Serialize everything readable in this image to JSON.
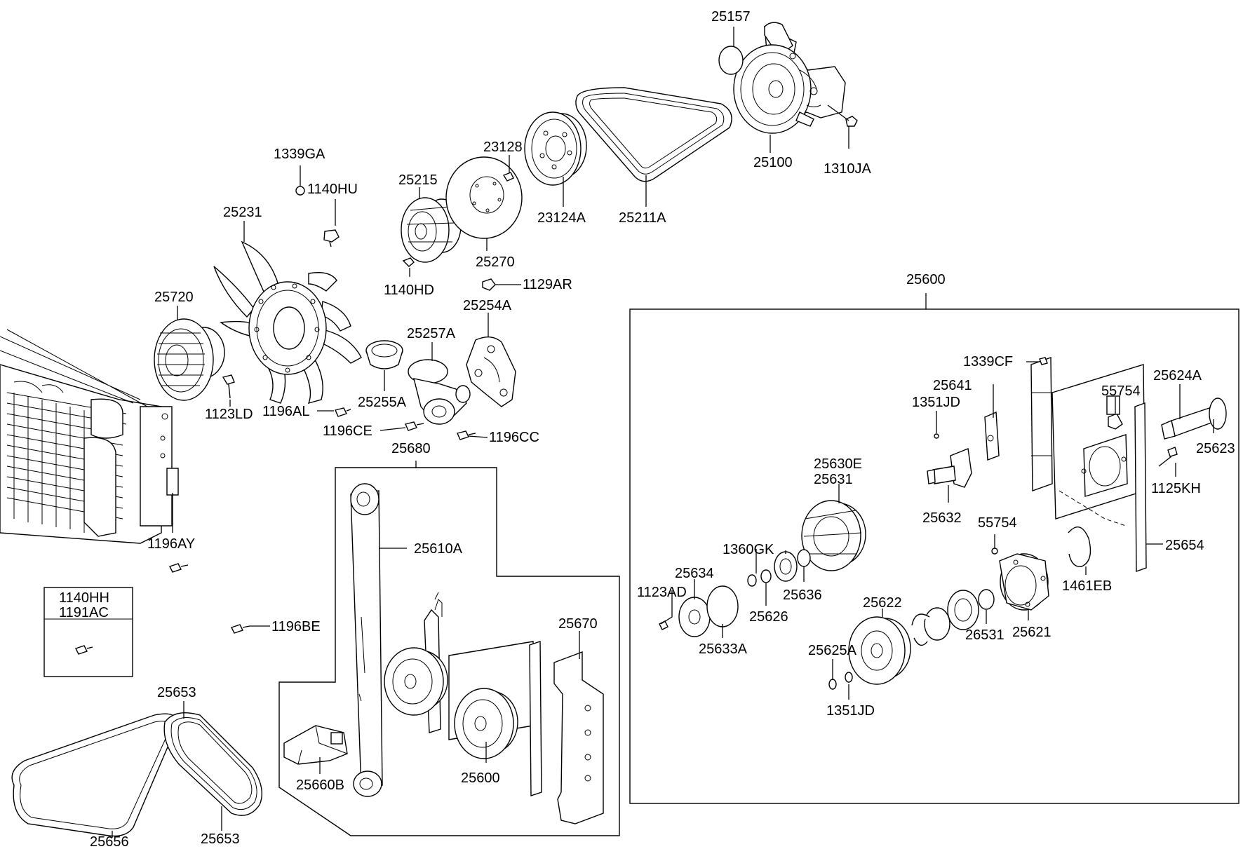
{
  "labels": {
    "p25157": "25157",
    "p25100": "25100",
    "p1310JA": "1310JA",
    "p25211A": "25211A",
    "p23124A": "23124A",
    "p23128": "23128",
    "p25270": "25270",
    "p25215": "25215",
    "p1140HD": "1140HD",
    "p1339GA": "1339GA",
    "p1140HU": "1140HU",
    "p25231": "25231",
    "p25720": "25720",
    "p1123LD": "1123LD",
    "p1129AR": "1129AR",
    "p25254A": "25254A",
    "p25257A": "25257A",
    "p25255A": "25255A",
    "p1196AL": "1196AL",
    "p1196CE": "1196CE",
    "p1196CC": "1196CC",
    "p25680": "25680",
    "p25610A": "25610A",
    "p25670": "25670",
    "p25600_inner": "25600",
    "p25660B": "25660B",
    "p1196AY": "1196AY",
    "p1196BE": "1196BE",
    "p1140HH": "1140HH",
    "p1191AC": "1191AC",
    "p25653_top": "25653",
    "p25653_bottom": "25653",
    "p25656": "25656",
    "p25600_box": "25600",
    "p1339CF": "1339CF",
    "p25641": "25641",
    "p1351JD_top": "1351JD",
    "p55754_top": "55754",
    "p25624A": "25624A",
    "p25623": "25623",
    "p1125KH": "1125KH",
    "p25632": "25632",
    "p25630E": "25630E",
    "p25631": "25631",
    "p1360GK": "1360GK",
    "p25634": "25634",
    "p1123AD": "1123AD",
    "p25636": "25636",
    "p25626": "25626",
    "p25633A": "25633A",
    "p55754_mid": "55754",
    "p25654": "25654",
    "p1461EB": "1461EB",
    "p25622": "25622",
    "p25621": "25621",
    "p26531": "26531",
    "p25625A": "25625A",
    "p1351JD_bottom": "1351JD"
  }
}
